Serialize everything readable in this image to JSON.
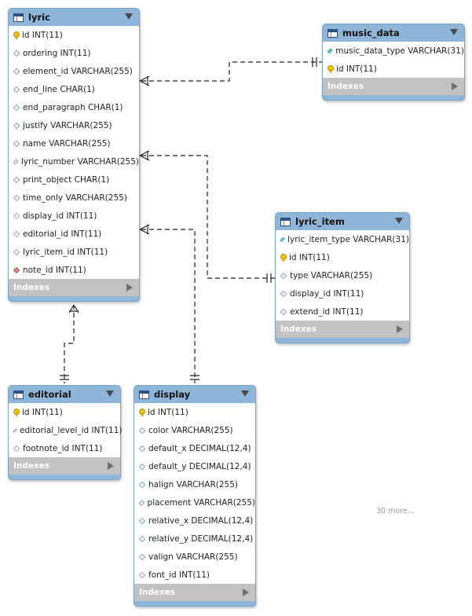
{
  "tables": [
    {
      "key": "lyric",
      "name": "lyric",
      "footer": "Indexes",
      "columns": [
        {
          "text": "id INT(11)",
          "icon": "key"
        },
        {
          "text": "ordering INT(11)",
          "icon": "plain"
        },
        {
          "text": "element_id VARCHAR(255)",
          "icon": "plain"
        },
        {
          "text": "end_line CHAR(1)",
          "icon": "plain"
        },
        {
          "text": "end_paragraph CHAR(1)",
          "icon": "plain"
        },
        {
          "text": "justify VARCHAR(255)",
          "icon": "plain"
        },
        {
          "text": "name VARCHAR(255)",
          "icon": "plain"
        },
        {
          "text": "lyric_number VARCHAR(255)",
          "icon": "plain"
        },
        {
          "text": "print_object CHAR(1)",
          "icon": "plain"
        },
        {
          "text": "time_only VARCHAR(255)",
          "icon": "plain"
        },
        {
          "text": "display_id INT(11)",
          "icon": "fk"
        },
        {
          "text": "editorial_id INT(11)",
          "icon": "fk"
        },
        {
          "text": "lyric_item_id INT(11)",
          "icon": "fk"
        },
        {
          "text": "note_id INT(11)",
          "icon": "fkfill"
        }
      ]
    },
    {
      "key": "music_data",
      "name": "music_data",
      "footer": "Indexes",
      "columns": [
        {
          "text": "music_data_type VARCHAR(31)",
          "icon": "cyan"
        },
        {
          "text": "id INT(11)",
          "icon": "key"
        }
      ]
    },
    {
      "key": "lyric_item",
      "name": "lyric_item",
      "footer": "Indexes",
      "columns": [
        {
          "text": "lyric_item_type VARCHAR(31)",
          "icon": "cyan"
        },
        {
          "text": "id INT(11)",
          "icon": "key"
        },
        {
          "text": "type VARCHAR(255)",
          "icon": "plain"
        },
        {
          "text": "display_id INT(11)",
          "icon": "plain"
        },
        {
          "text": "extend_id INT(11)",
          "icon": "plain"
        }
      ]
    },
    {
      "key": "editorial",
      "name": "editorial",
      "footer": "Indexes",
      "columns": [
        {
          "text": "id INT(11)",
          "icon": "key"
        },
        {
          "text": "editorial_level_id INT(11)",
          "icon": "fk"
        },
        {
          "text": "footnote_id INT(11)",
          "icon": "fk"
        }
      ]
    },
    {
      "key": "display",
      "name": "display",
      "footer": "Indexes",
      "columns": [
        {
          "text": "id INT(11)",
          "icon": "key"
        },
        {
          "text": "color VARCHAR(255)",
          "icon": "plain"
        },
        {
          "text": "default_x DECIMAL(12,4)",
          "icon": "plain"
        },
        {
          "text": "default_y DECIMAL(12,4)",
          "icon": "plain"
        },
        {
          "text": "halign VARCHAR(255)",
          "icon": "plain"
        },
        {
          "text": "placement VARCHAR(255)",
          "icon": "plain"
        },
        {
          "text": "relative_x DECIMAL(12,4)",
          "icon": "plain"
        },
        {
          "text": "relative_y DECIMAL(12,4)",
          "icon": "plain"
        },
        {
          "text": "valign VARCHAR(255)",
          "icon": "plain"
        },
        {
          "text": "font_id INT(11)",
          "icon": "fk"
        }
      ]
    }
  ],
  "more_label": "30 more..."
}
